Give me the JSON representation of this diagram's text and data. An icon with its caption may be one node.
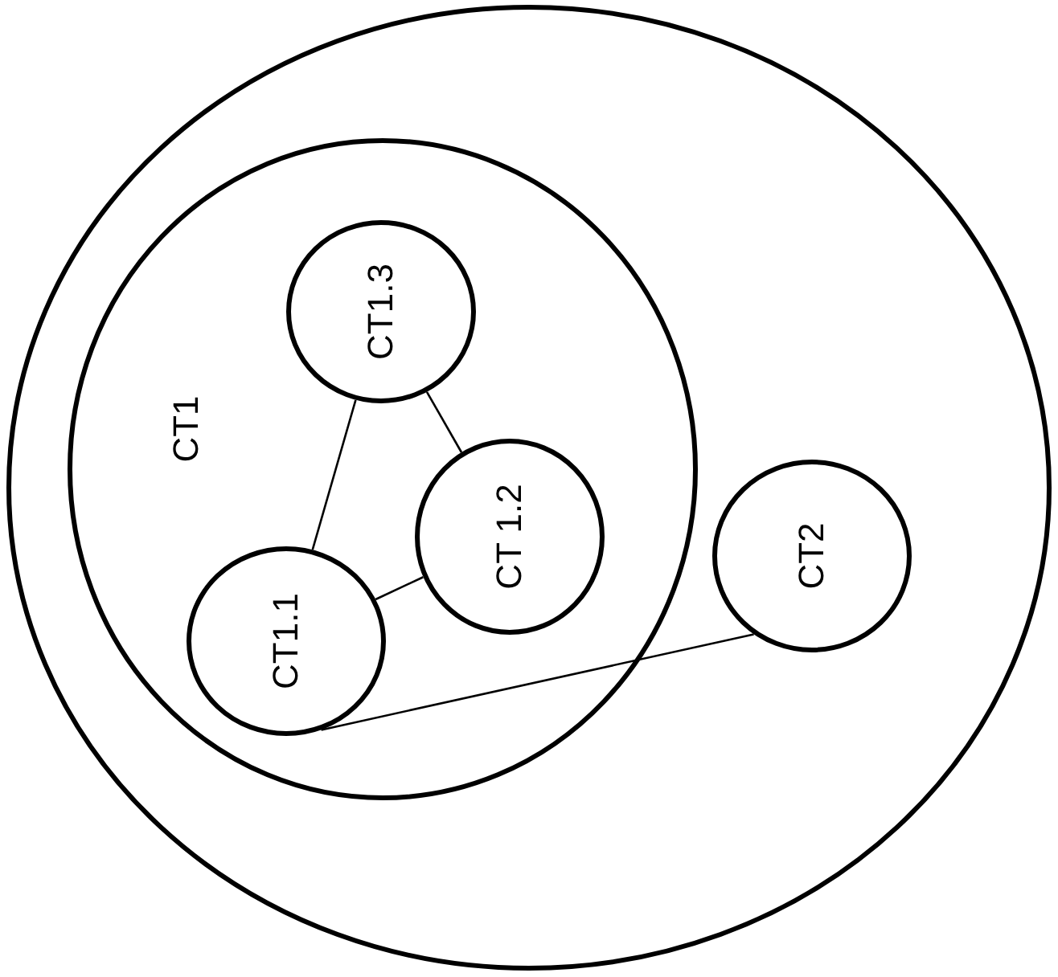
{
  "diagram": {
    "nodes": [
      {
        "text": [],
        "shape": "circle"
      },
      {
        "text": [
          "CT1"
        ],
        "in": 0
      },
      {
        "text": [
          "CT1.3"
        ],
        "in": 1
      },
      {
        "text": [
          "CT 1.2"
        ],
        "in": 1
      },
      {
        "text": [
          "CT1.1"
        ],
        "in": 1
      },
      {
        "text": [
          "CT2"
        ],
        "in": 0
      }
    ],
    "edges": [
      {
        "from": 4,
        "to": 2,
        "arrow": "none"
      },
      {
        "from": 2,
        "to": 3,
        "arrow": "none"
      },
      {
        "from": 4,
        "to": 3,
        "arrow": "none"
      },
      {
        "from": 4,
        "to": 5,
        "arrow": "none"
      }
    ]
  }
}
